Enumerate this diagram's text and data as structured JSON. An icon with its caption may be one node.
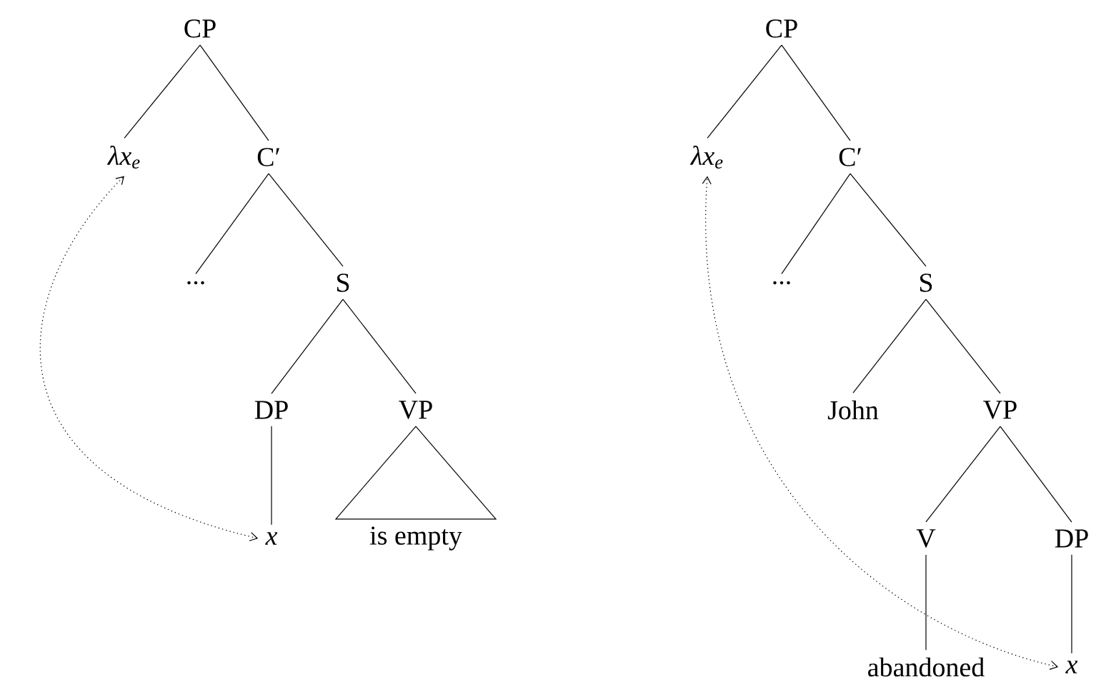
{
  "diagram": {
    "nodes": [
      {
        "text": [
          "CP"
        ]
      },
      {
        "text": [
          "λx$_{e}$"
        ]
      },
      {
        "text": [
          "C′"
        ]
      },
      {
        "text": [
          "..."
        ]
      },
      {
        "text": [
          "S"
        ]
      },
      {
        "text": [
          "DP"
        ]
      },
      {
        "text": [
          "VP"
        ]
      },
      {
        "text": [
          "x"
        ]
      },
      {
        "text": [
          "is empty"
        ]
      },
      {
        "text": [
          "CP"
        ]
      },
      {
        "text": [
          "λx$_{e}$"
        ]
      },
      {
        "text": [
          "C′"
        ]
      },
      {
        "text": [
          "..."
        ]
      },
      {
        "text": [
          "S"
        ]
      },
      {
        "text": [
          "John"
        ]
      },
      {
        "text": [
          "VP"
        ]
      },
      {
        "text": [
          "V"
        ]
      },
      {
        "text": [
          "DP"
        ]
      },
      {
        "text": [
          "abandoned"
        ]
      },
      {
        "text": [
          "x"
        ]
      }
    ],
    "edges": [
      {
        "from": 0,
        "to": 1,
        "arrow": "none"
      },
      {
        "from": 0,
        "to": 2,
        "arrow": "none"
      },
      {
        "from": 2,
        "to": 3,
        "arrow": "none"
      },
      {
        "from": 2,
        "to": 4,
        "arrow": "none"
      },
      {
        "from": 4,
        "to": 5,
        "arrow": "none"
      },
      {
        "from": 4,
        "to": 6,
        "arrow": "none"
      },
      {
        "from": 5,
        "to": 7,
        "arrow": "none"
      },
      {
        "from": 6,
        "to": 8,
        "arrow": "none"
      },
      {
        "from": 7,
        "to": 1,
        "arrow": "both",
        "style": "dashed"
      },
      {
        "from": 9,
        "to": 10,
        "arrow": "none"
      },
      {
        "from": 9,
        "to": 11,
        "arrow": "none"
      },
      {
        "from": 11,
        "to": 12,
        "arrow": "none"
      },
      {
        "from": 11,
        "to": 13,
        "arrow": "none"
      },
      {
        "from": 13,
        "to": 14,
        "arrow": "none"
      },
      {
        "from": 13,
        "to": 15,
        "arrow": "none"
      },
      {
        "from": 15,
        "to": 16,
        "arrow": "none"
      },
      {
        "from": 15,
        "to": 17,
        "arrow": "none"
      },
      {
        "from": 16,
        "to": 18,
        "arrow": "none"
      },
      {
        "from": 17,
        "to": 19,
        "arrow": "none"
      },
      {
        "from": 19,
        "to": 10,
        "arrow": "both",
        "style": "dashed"
      }
    ]
  }
}
